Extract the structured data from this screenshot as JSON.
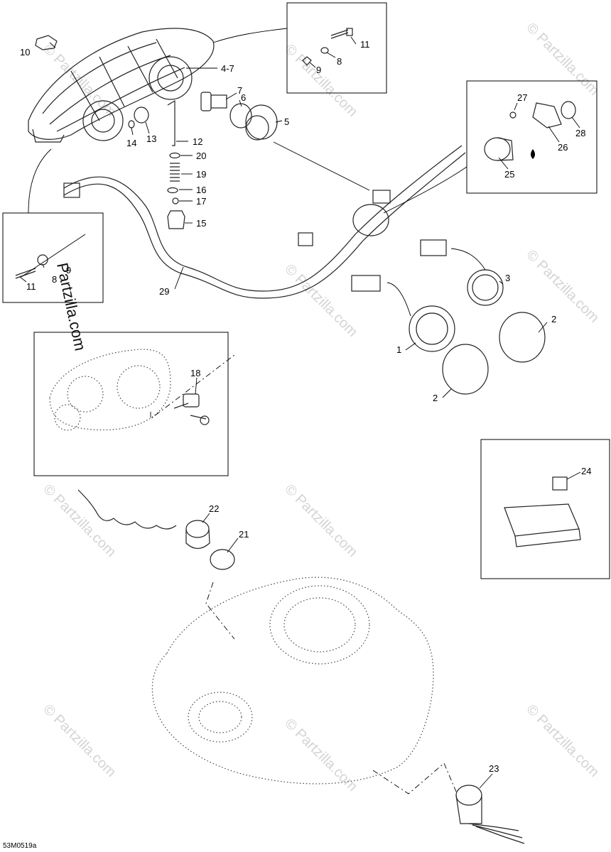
{
  "watermark": {
    "text": "© Partzilla.com",
    "overlay_text": "Partzilla.com"
  },
  "drawing_code": "53M0519a",
  "callouts": {
    "c1": "1",
    "c2a": "2",
    "c2b": "2",
    "c3": "3",
    "c4_7": "4-7",
    "c5": "5",
    "c6": "6",
    "c7": "7",
    "c8a": "8",
    "c8b": "8",
    "c9a": "9",
    "c9b": "9",
    "c10": "10",
    "c11a": "11",
    "c11b": "11",
    "c12": "12",
    "c13": "13",
    "c14": "14",
    "c15": "15",
    "c16": "16",
    "c17": "17",
    "c18": "18",
    "c19": "19",
    "c20": "20",
    "c21": "21",
    "c22": "22",
    "c23": "23",
    "c24": "24",
    "c25": "25",
    "c26": "26",
    "c27": "27",
    "c28": "28",
    "c29": "29"
  }
}
